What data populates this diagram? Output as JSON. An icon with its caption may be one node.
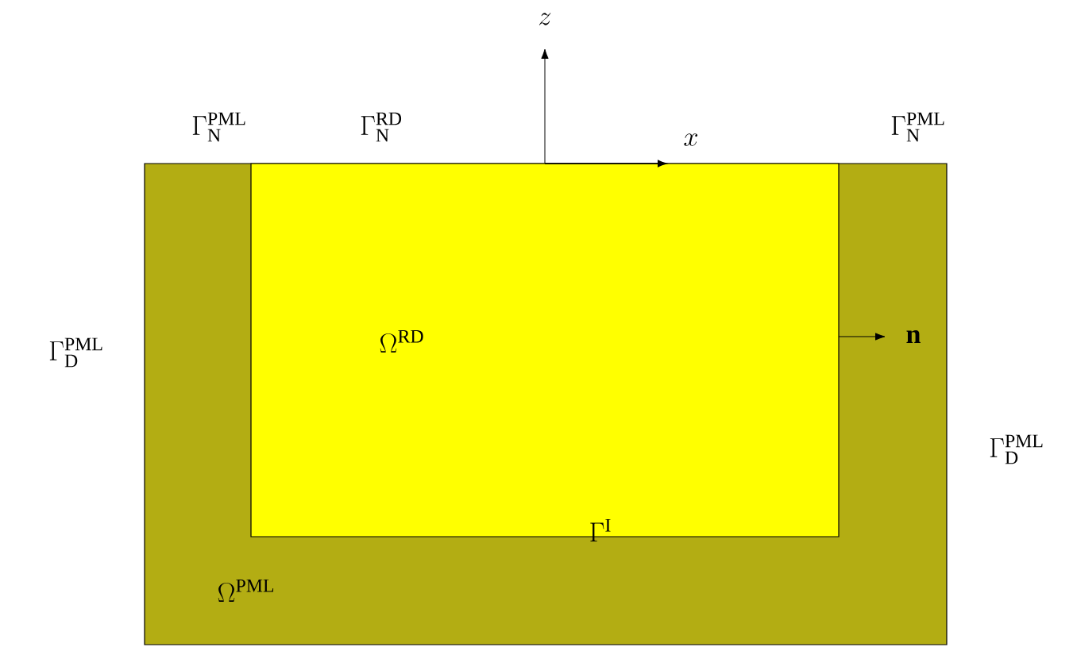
{
  "diagram": {
    "nodes": [
      {
        "text": [
          "\\Omega^{\\mathrm{PML}}"
        ]
      },
      {
        "text": [
          "\\Omega^{\\mathrm{RD}}"
        ],
        "in": 0
      }
    ],
    "labels": [
      "z",
      "\\Gamma_{\\mathrm{N}}^{\\mathrm{PML}}",
      "\\Gamma_{\\mathrm{N}}^{\\mathrm{RD}}",
      "x",
      "\\Gamma_{\\mathrm{N}}^{\\mathrm{PML}}",
      "\\Gamma_{\\mathrm{D}}^{\\mathrm{PML}}",
      "\\mathbf{n}",
      "\\Gamma_{\\mathrm{D}}^{\\mathrm{PML}}",
      "\\Gamma^{\\mathrm{I}}"
    ]
  }
}
